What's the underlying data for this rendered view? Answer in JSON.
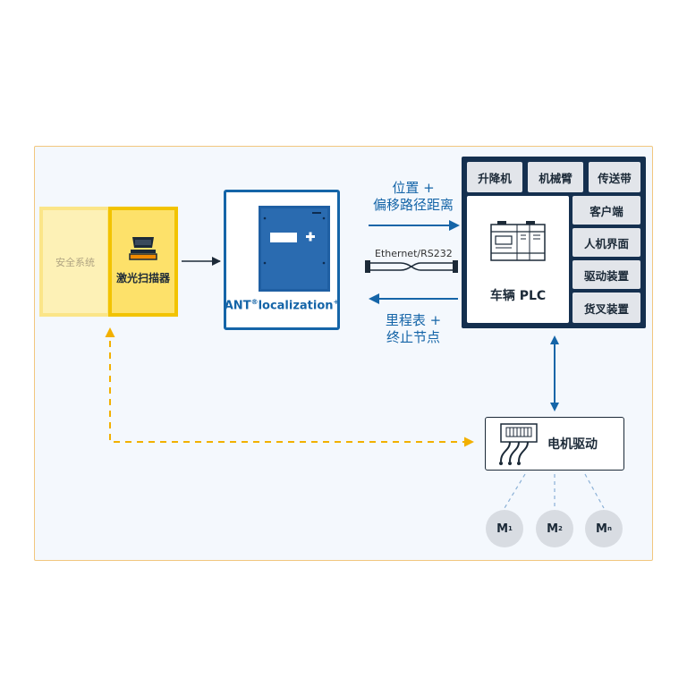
{
  "colors": {
    "accent_blue": "#1565a8",
    "navy": "#15304f",
    "yellow": "#fde16a",
    "yellow_border": "#f2c300",
    "frame_border": "#f2c77e"
  },
  "safety_system": {
    "label": "安全系统"
  },
  "laser_scanner": {
    "label": "激光扫描器",
    "icon": "laser-scanner-icon"
  },
  "ant_localization": {
    "name": "ANT",
    "reg": "®",
    "suffix": "localization",
    "plus": "+",
    "icon": "ant-device-icon"
  },
  "arrows": {
    "to_plc_line1": "位置 +",
    "to_plc_line2": "偏移路径距离",
    "ethernet": "Ethernet/RS232",
    "from_plc_line1": "里程表 +",
    "from_plc_line2": "终止节点"
  },
  "vehicle_plc": {
    "label": "车辆 PLC",
    "icon": "plc-icon",
    "top_row": [
      "升降机",
      "机械臂",
      "传送带"
    ],
    "side_column": [
      "客户端",
      "人机界面",
      "驱动装置",
      "货叉装置"
    ]
  },
  "motor_drive": {
    "label": "电机驱动",
    "icon": "motor-drive-icon"
  },
  "motors": [
    {
      "letter": "M",
      "sub": "1"
    },
    {
      "letter": "M",
      "sub": "2"
    },
    {
      "letter": "M",
      "sub": "n"
    }
  ]
}
